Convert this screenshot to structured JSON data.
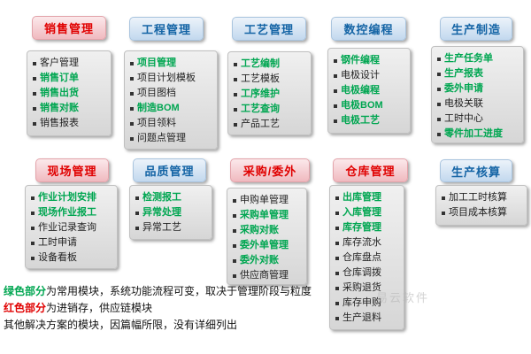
{
  "colors": {
    "green_highlight": "#00a651",
    "red_header": "#e00000",
    "blue_header": "#1464a5"
  },
  "modules": [
    {
      "title": "销售管理",
      "accent": "red",
      "items": [
        {
          "label": "客户管理",
          "green": false
        },
        {
          "label": "销售订单",
          "green": true
        },
        {
          "label": "销售出货",
          "green": true
        },
        {
          "label": "销售对账",
          "green": true
        },
        {
          "label": "销售报表",
          "green": false
        }
      ]
    },
    {
      "title": "工程管理",
      "accent": "blue",
      "items": [
        {
          "label": "项目管理",
          "green": true
        },
        {
          "label": "项目计划模板",
          "green": false
        },
        {
          "label": "项目图档",
          "green": false
        },
        {
          "label": "制造BOM",
          "green": true
        },
        {
          "label": "项目领料",
          "green": false
        },
        {
          "label": "问题点管理",
          "green": false
        }
      ]
    },
    {
      "title": "工艺管理",
      "accent": "blue",
      "items": [
        {
          "label": "工艺编制",
          "green": true
        },
        {
          "label": "工艺模板",
          "green": false
        },
        {
          "label": "工序维护",
          "green": true
        },
        {
          "label": "工艺查询",
          "green": true
        },
        {
          "label": "产品工艺",
          "green": false
        }
      ]
    },
    {
      "title": "数控编程",
      "accent": "blue",
      "items": [
        {
          "label": "钢件编程",
          "green": true
        },
        {
          "label": "电极设计",
          "green": false
        },
        {
          "label": "电极编程",
          "green": true
        },
        {
          "label": "电极BOM",
          "green": true
        },
        {
          "label": "电极工艺",
          "green": true
        }
      ]
    },
    {
      "title": "生产制造",
      "accent": "blue",
      "items": [
        {
          "label": "生产任务单",
          "green": true
        },
        {
          "label": "生产报表",
          "green": true
        },
        {
          "label": "委外申请",
          "green": true
        },
        {
          "label": "电极关联",
          "green": false
        },
        {
          "label": "工时中心",
          "green": false
        },
        {
          "label": "零件加工进度",
          "green": true
        }
      ]
    },
    {
      "title": "现场管理",
      "accent": "red",
      "items": [
        {
          "label": "作业计划安排",
          "green": true
        },
        {
          "label": "现场作业报工",
          "green": true
        },
        {
          "label": "作业记录查询",
          "green": false
        },
        {
          "label": "工时申请",
          "green": false
        },
        {
          "label": "设备看板",
          "green": false
        }
      ]
    },
    {
      "title": "品质管理",
      "accent": "blue",
      "items": [
        {
          "label": "检测报工",
          "green": true
        },
        {
          "label": "异常处理",
          "green": true
        },
        {
          "label": "异常工艺",
          "green": false
        }
      ]
    },
    {
      "title": "采购/委外",
      "accent": "red",
      "items": [
        {
          "label": "申购单管理",
          "green": false
        },
        {
          "label": "采购单管理",
          "green": true
        },
        {
          "label": "采购对账",
          "green": true
        },
        {
          "label": "委外单管理",
          "green": true
        },
        {
          "label": "委外对账",
          "green": true
        },
        {
          "label": "供应商管理",
          "green": false
        }
      ]
    },
    {
      "title": "仓库管理",
      "accent": "red",
      "items": [
        {
          "label": "出库管理",
          "green": true
        },
        {
          "label": "入库管理",
          "green": true
        },
        {
          "label": "库存管理",
          "green": true
        },
        {
          "label": "库存流水",
          "green": false
        },
        {
          "label": "仓库盘点",
          "green": false
        },
        {
          "label": "仓库调拨",
          "green": false
        },
        {
          "label": "采购退货",
          "green": false
        },
        {
          "label": "库存申购",
          "green": false
        },
        {
          "label": "生产退料",
          "green": false
        }
      ]
    },
    {
      "title": "生产核算",
      "accent": "blue",
      "items": [
        {
          "label": "加工工时核算",
          "green": false
        },
        {
          "label": "项目成本核算",
          "green": false
        }
      ]
    }
  ],
  "notes": [
    {
      "lead": "绿色部分",
      "text": "为常用模块，系统功能流程可变，取决于管理阶段与粒度"
    },
    {
      "lead": "红色部分",
      "text": "为进销存，供应链模块"
    },
    {
      "lead": "",
      "text": "其他解决方案的模块，因篇幅所限，没有详细列出"
    }
  ],
  "watermark": "易云软件"
}
